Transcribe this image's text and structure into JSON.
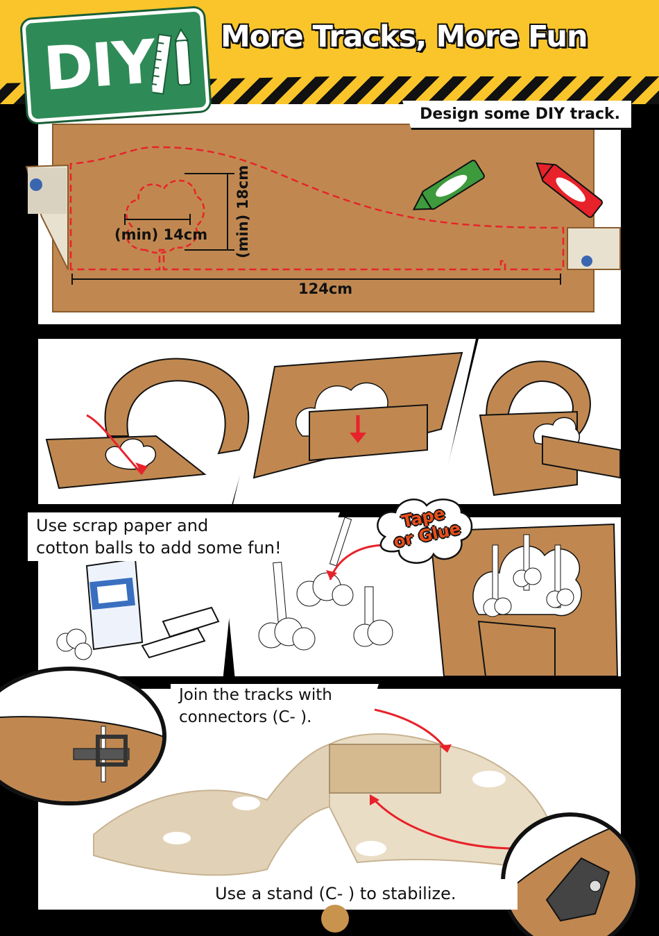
{
  "header": {
    "badge_text": "DIY",
    "title": "More Tracks, More Fun"
  },
  "panel1": {
    "callout": "Design some DIY track.",
    "dim_width": "(min) 14cm",
    "dim_height": "(min) 18cm",
    "dim_length": "124cm"
  },
  "panel3": {
    "callout_line1": "Use scrap paper and",
    "callout_line2": "cotton balls to add some fun!",
    "burst_line1": "Tape",
    "burst_line2": "or Glue"
  },
  "panel4": {
    "join_line1": "Join the tracks with",
    "join_line2": "connectors (C-    ).",
    "stand_text": "Use a stand (C-    ) to stabilize."
  },
  "colors": {
    "header_yellow": "#f9c52a",
    "badge_green": "#2e8b57",
    "cardboard": "#c08850",
    "arrow_red": "#e8222a"
  },
  "icons": [
    "ruler-icon",
    "pencil-icon",
    "green-crayon-icon",
    "red-crayon-icon",
    "cotton-bag-icon"
  ]
}
